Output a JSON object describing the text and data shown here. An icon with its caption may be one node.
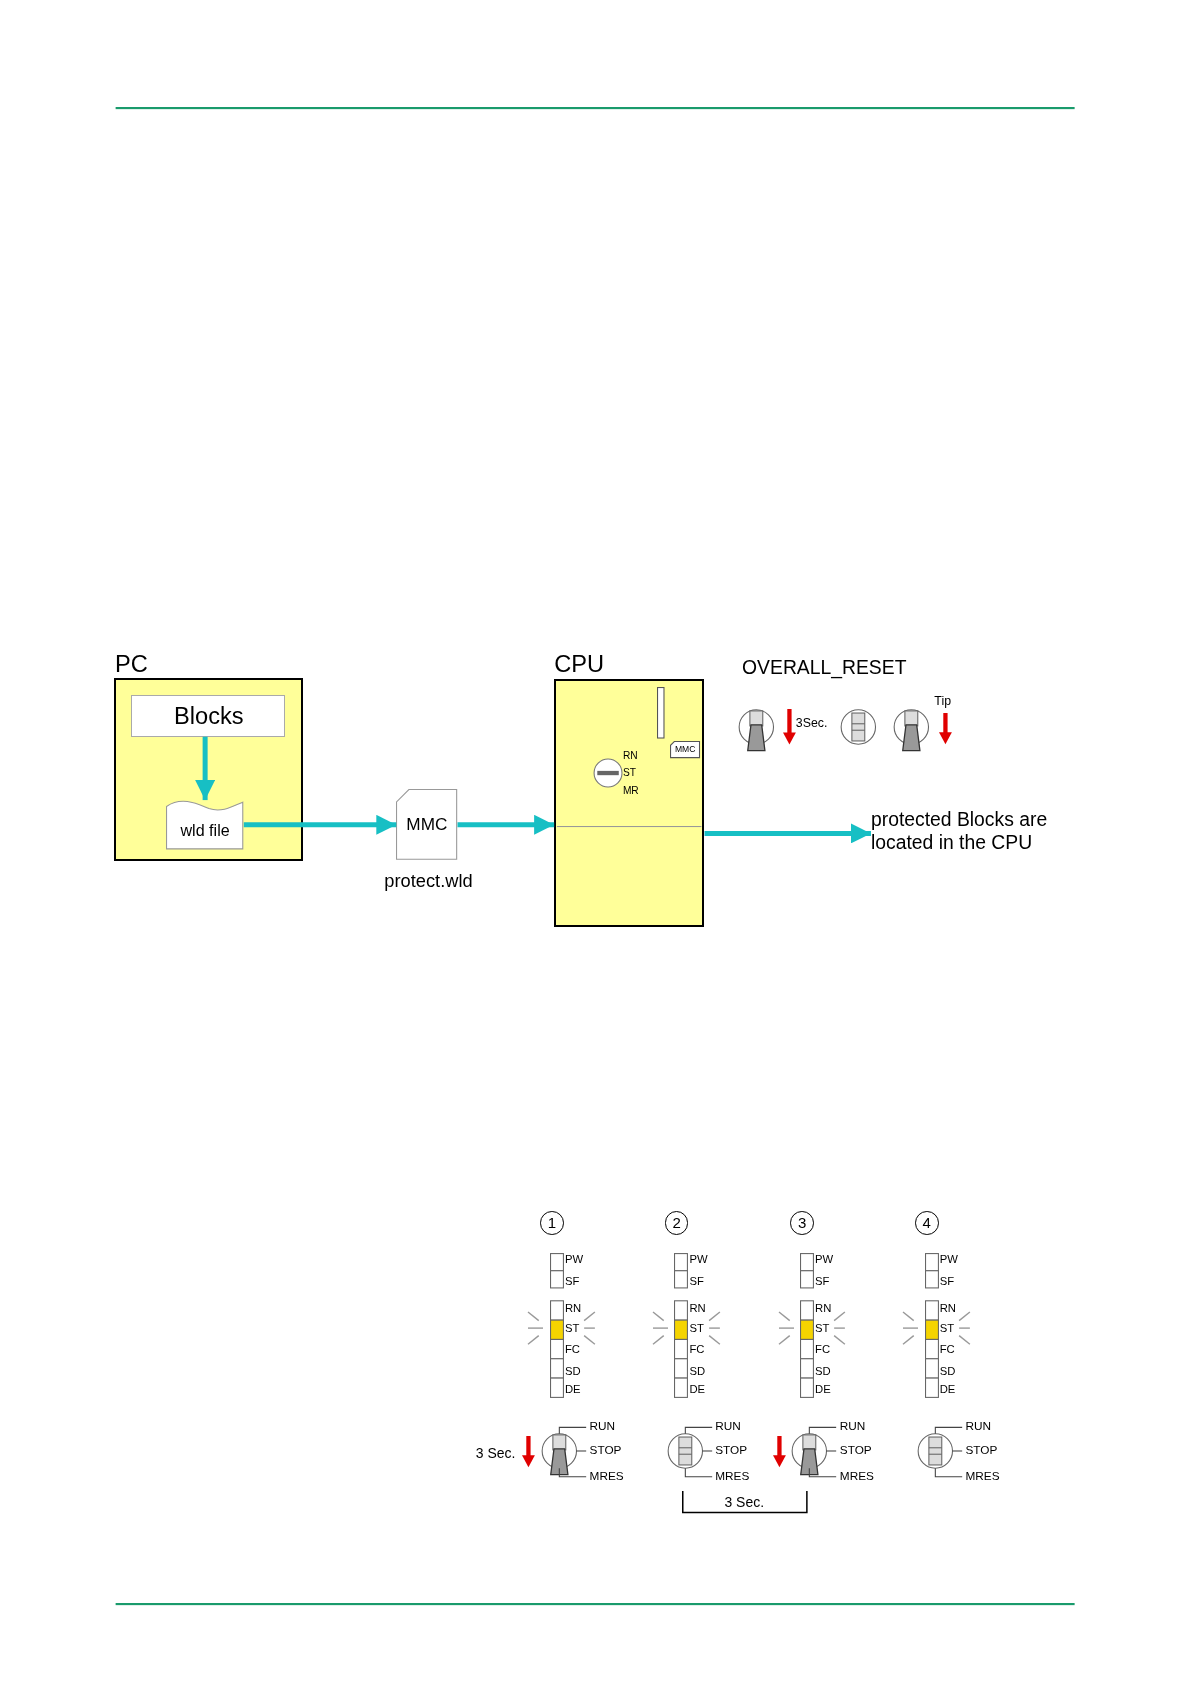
{
  "diagram": {
    "nodes": [
      {
        "text": [
          "PC"
        ]
      },
      {
        "text": [
          "Blocks"
        ],
        "in": 0
      },
      {
        "text": [
          "wld file"
        ],
        "in": 0
      },
      {
        "text": [
          "MMC"
        ],
        "beside": [
          "protect.wld"
        ]
      },
      {
        "text": [
          "CPU"
        ]
      },
      {
        "text": [
          "protected Blocks are located in the CPU"
        ]
      }
    ],
    "edges": [
      {
        "from": 1,
        "to": 2,
        "arrow": "to"
      },
      {
        "from": 2,
        "to": 3,
        "arrow": "to"
      },
      {
        "from": 3,
        "to": 4,
        "arrow": "to"
      },
      {
        "from": 4,
        "to": 5,
        "arrow": "to"
      }
    ],
    "labels": [
      "RN",
      "ST",
      "MR",
      "MMC",
      "OVERALL_RESET",
      "3Sec.",
      "Tip",
      "1",
      "2",
      "3",
      "4",
      "PW",
      "SF",
      "RN",
      "ST",
      "FC",
      "SD",
      "DE",
      "PW",
      "SF",
      "RN",
      "ST",
      "FC",
      "SD",
      "DE",
      "PW",
      "SF",
      "RN",
      "ST",
      "FC",
      "SD",
      "DE",
      "PW",
      "SF",
      "RN",
      "ST",
      "FC",
      "SD",
      "DE",
      "3 Sec.",
      "RUN",
      "STOP",
      "MRES",
      "RUN",
      "STOP",
      "MRES",
      "RUN",
      "STOP",
      "MRES",
      "RUN",
      "STOP",
      "MRES",
      "3 Sec."
    ]
  }
}
